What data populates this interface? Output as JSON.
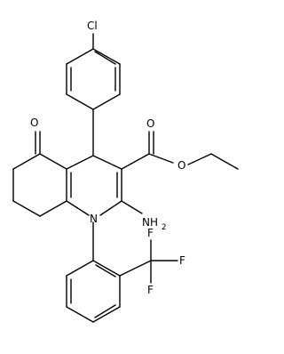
{
  "structure": {
    "atoms": {
      "chloro": "Cl",
      "ketone_oxygen": "O",
      "ester_carbonyl_oxygen": "O",
      "ester_ether_oxygen": "O",
      "amino": "NH",
      "amino_subscript": "2",
      "ring_nitrogen": "N",
      "fluorine_1": "F",
      "fluorine_2": "F",
      "fluorine_3": "F"
    }
  }
}
